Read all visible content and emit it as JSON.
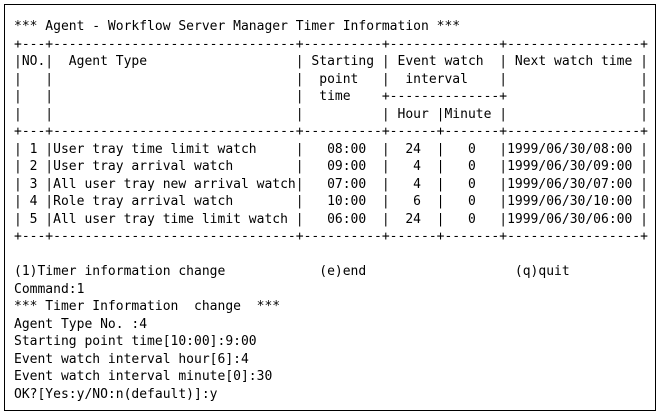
{
  "terminal": {
    "title": "*** Agent - Workflow Server Manager Timer Information ***",
    "table": {
      "column_headers": {
        "no": "NO.",
        "agent_type": "Agent Type",
        "starting_point_time": "Starting point time",
        "event_watch_interval": "Event watch interval",
        "hour": "Hour",
        "minute": "Minute",
        "next_watch_time": "Next watch time"
      },
      "rows": [
        {
          "no": "1",
          "agent_type": "User tray time limit watch",
          "starting_point_time": "08:00",
          "interval_hour": "24",
          "interval_minute": "0",
          "next_watch_time": "1999/06/30/08:00"
        },
        {
          "no": "2",
          "agent_type": "User tray arrival watch",
          "starting_point_time": "09:00",
          "interval_hour": "4",
          "interval_minute": "0",
          "next_watch_time": "1999/06/30/09:00"
        },
        {
          "no": "3",
          "agent_type": "All user tray new arrival watch",
          "starting_point_time": "07:00",
          "interval_hour": "4",
          "interval_minute": "0",
          "next_watch_time": "1999/06/30/07:00"
        },
        {
          "no": "4",
          "agent_type": "Role tray arrival watch",
          "starting_point_time": "10:00",
          "interval_hour": "6",
          "interval_minute": "0",
          "next_watch_time": "1999/06/30/10:00"
        },
        {
          "no": "5",
          "agent_type": "All user tray time limit watch",
          "starting_point_time": "06:00",
          "interval_hour": "24",
          "interval_minute": "0",
          "next_watch_time": "1999/06/30/06:00"
        }
      ]
    },
    "menu": {
      "options": [
        {
          "key": "(1)",
          "label": "Timer information change"
        },
        {
          "key": "(e)",
          "label": "end"
        },
        {
          "key": "(q)",
          "label": "quit"
        }
      ]
    },
    "dialog": {
      "command_prompt": "Command:",
      "command_input": "1",
      "heading": "*** Timer Information  change  ***",
      "agent_type_no_prompt": "Agent Type No. :",
      "agent_type_no_input": "4",
      "starting_point_time_default": "10:00",
      "starting_point_time_input": "9:00",
      "interval_hour_default": "6",
      "interval_hour_input": "4",
      "interval_minute_default": "0",
      "interval_minute_input": "30",
      "confirm_prompt": "OK?[Yes:y/NO:n(default)]:",
      "confirm_input": "y"
    },
    "colors": {
      "background": "#ffffff",
      "text": "#000000",
      "border": "#000000"
    },
    "lines": [
      "*** Agent - Workflow Server Manager Timer Information ***",
      "+---+-------------------------------+----------+--------------+-----------------+",
      "|NO.|  Agent Type                   | Starting | Event watch  | Next watch time |",
      "|   |                               |  point   |  interval    |                 |",
      "|   |                               |  time    +--------------+                 |",
      "|   |                               |          | Hour |Minute |                 |",
      "+---+-------------------------------+----------+------+-------+-----------------+",
      "| 1 |User tray time limit watch     |   08:00  |  24  |   0   |1999/06/30/08:00 |",
      "| 2 |User tray arrival watch        |   09:00  |   4  |   0   |1999/06/30/09:00 |",
      "| 3 |All user tray new arrival watch|   07:00  |   4  |   0   |1999/06/30/07:00 |",
      "| 4 |Role tray arrival watch        |   10:00  |   6  |   0   |1999/06/30/10:00 |",
      "| 5 |All user tray time limit watch |   06:00  |  24  |   0   |1999/06/30/06:00 |",
      "+---+-------------------------------+----------+------+-------+-----------------+",
      "",
      "(1)Timer information change            (e)end                   (q)quit",
      "Command:1",
      "*** Timer Information  change  ***",
      "Agent Type No. :4",
      "Starting point time[10:00]:9:00",
      "Event watch interval hour[6]:4",
      "Event watch interval minute[0]:30",
      "OK?[Yes:y/NO:n(default)]:y"
    ]
  }
}
